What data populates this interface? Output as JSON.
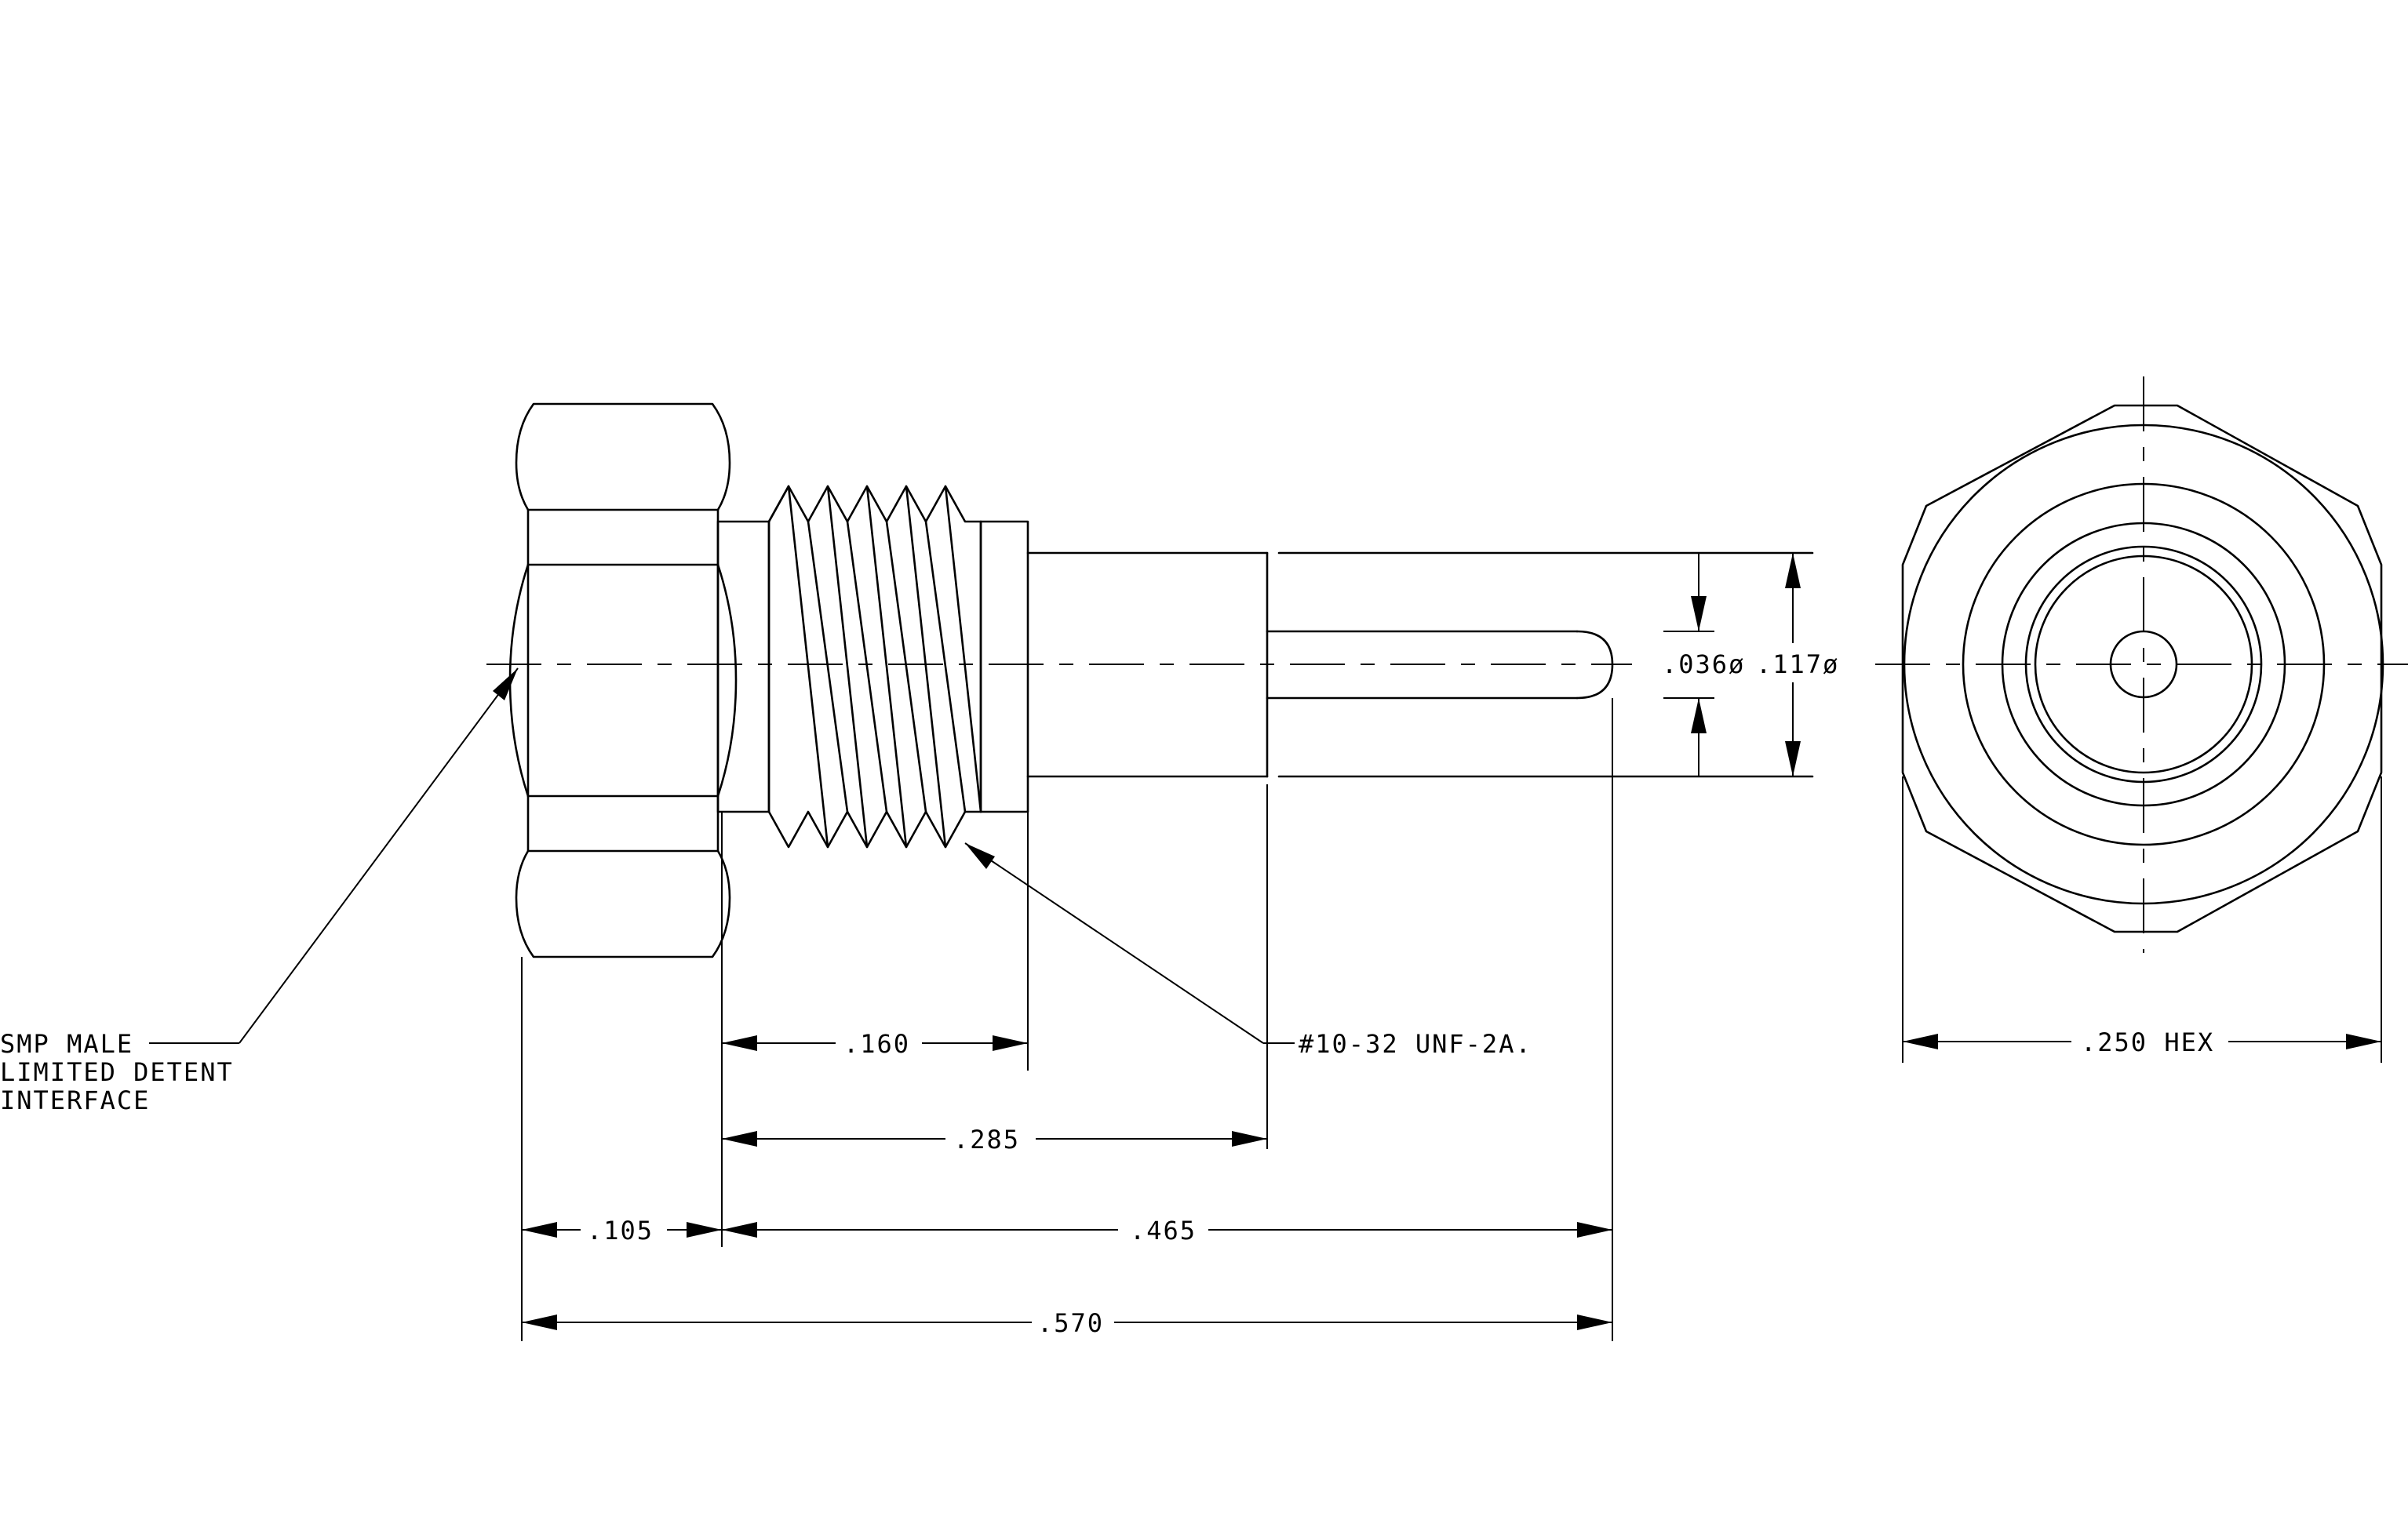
{
  "dimensions": {
    "d160": ".160",
    "d285": ".285",
    "d105": ".105",
    "d465": ".465",
    "d570": ".570",
    "d036": ".036ø",
    "d117": ".117ø",
    "hex": ".250 HEX"
  },
  "callouts": {
    "thread": "#10-32 UNF-2A.",
    "interface_line1": "SMP MALE",
    "interface_line2": "LIMITED DETENT",
    "interface_line3": "INTERFACE"
  }
}
